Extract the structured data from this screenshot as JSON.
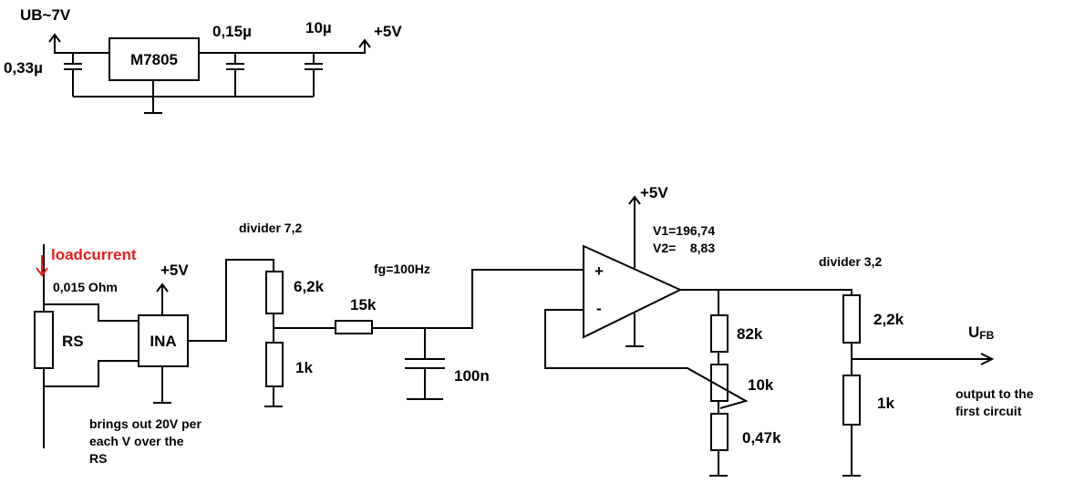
{
  "colors": {
    "wire": "#000000",
    "accent": "#e02020",
    "background": "#ffffff"
  },
  "regulator": {
    "input_label": "UB~7V",
    "chip_label": "M7805",
    "c_in_label": "0,33µ",
    "c_mid_label": "0,15µ",
    "c_out_label": "10µ",
    "output_label": "+5V"
  },
  "circuit": {
    "loadcurrent_label": "loadcurrent",
    "shunt_value_label": "0,015 Ohm",
    "shunt_label": "RS",
    "ina_label": "INA",
    "ina_supply_label": "+5V",
    "ina_note_lines": [
      "brings out 20V per",
      "each V over the",
      "RS"
    ],
    "divider1_label": "divider 7,2",
    "r_top_label": "6,2k",
    "r_bottom_label": "1k",
    "filter_freq_label": "fg=100Hz",
    "filter_r_label": "15k",
    "filter_c_label": "100n",
    "opamp_supply_label": "+5V",
    "opamp_plus_label": "+",
    "opamp_minus_label": "-",
    "v1_label": "V1=196,74",
    "v2_label": "V2=    8,83",
    "fb_r1_label": "82k",
    "fb_pot_label": "10k",
    "fb_r2_label": "0,47k",
    "divider2_label": "divider 3,2",
    "out_r_top_label": "2,2k",
    "out_r_bottom_label": "1k",
    "ufb_main": "U",
    "ufb_sub": "FB",
    "output_note_lines": [
      "output to the",
      "first circuit"
    ]
  }
}
